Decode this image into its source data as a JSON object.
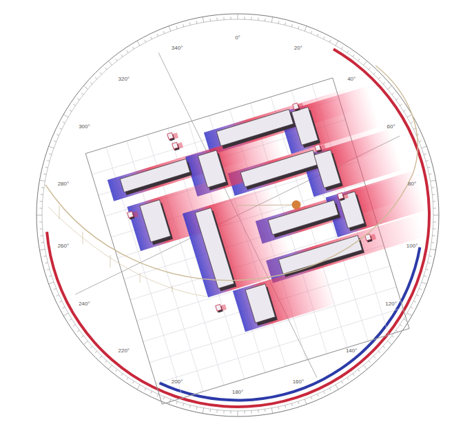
{
  "diagram": {
    "labels": [
      "0°",
      "20°",
      "40°",
      "60°",
      "80°",
      "100°",
      "120°",
      "140°",
      "160°",
      "180°",
      "200°",
      "220°",
      "240°",
      "260°",
      "280°",
      "300°",
      "320°",
      "340°"
    ]
  }
}
